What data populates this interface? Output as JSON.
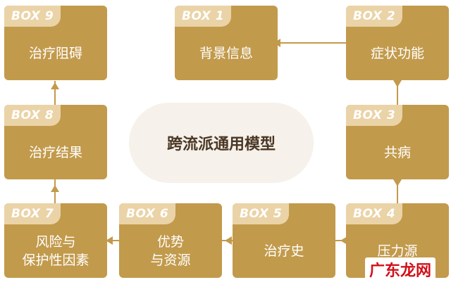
{
  "diagram": {
    "center_title": "跨流派通用模型",
    "boxes": [
      {
        "id": "box1",
        "tag": "BOX 1",
        "label": "背景信息"
      },
      {
        "id": "box2",
        "tag": "BOX 2",
        "label": "症状功能"
      },
      {
        "id": "box3",
        "tag": "BOX 3",
        "label": "共病"
      },
      {
        "id": "box4",
        "tag": "BOX 4",
        "label": "压力源"
      },
      {
        "id": "box5",
        "tag": "BOX 5",
        "label": "治疗史"
      },
      {
        "id": "box6",
        "tag": "BOX 6",
        "label": "优势\n与资源"
      },
      {
        "id": "box7",
        "tag": "BOX 7",
        "label": "风险与\n保护性因素"
      },
      {
        "id": "box8",
        "tag": "BOX 8",
        "label": "治疗结果"
      },
      {
        "id": "box9",
        "tag": "BOX 9",
        "label": "治疗阻碍"
      }
    ],
    "connector_color": "#c29a4b",
    "box_color": "#c29a4b",
    "tag_color": "#ead3a7"
  },
  "watermark": {
    "text": "广东龙网",
    "color": "#d2101a"
  }
}
